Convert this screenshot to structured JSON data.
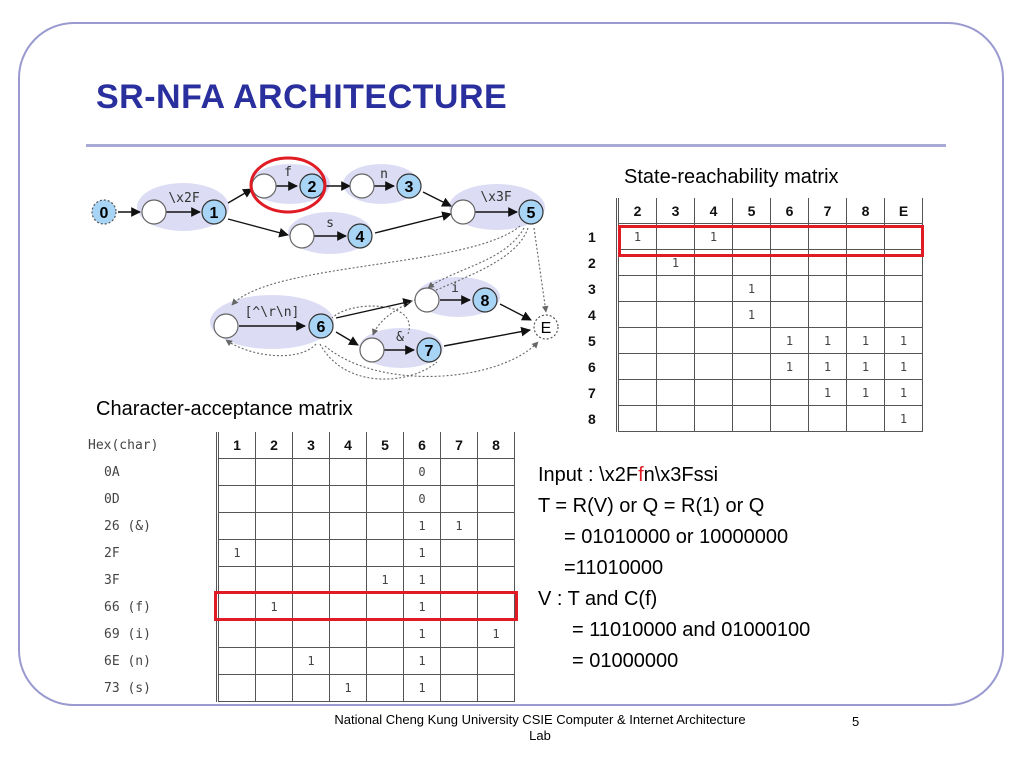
{
  "title": "SR-NFA ARCHITECTURE",
  "nfa": {
    "nodes": [
      {
        "id": "n0",
        "label": "0",
        "dotted": true
      },
      {
        "id": "n1",
        "label": "1",
        "dotted": false
      },
      {
        "id": "n2",
        "label": "2",
        "dotted": false
      },
      {
        "id": "n3",
        "label": "3",
        "dotted": false
      },
      {
        "id": "n4",
        "label": "4",
        "dotted": false
      },
      {
        "id": "n5",
        "label": "5",
        "dotted": false
      },
      {
        "id": "n6",
        "label": "6",
        "dotted": false
      },
      {
        "id": "n7",
        "label": "7",
        "dotted": false
      },
      {
        "id": "n8",
        "label": "8",
        "dotted": false
      },
      {
        "id": "nE",
        "label": "E",
        "dotted": true
      }
    ],
    "edge_labels": [
      "\\x2F",
      "f",
      "n",
      "s",
      "\\x3F",
      "[^\\r\\n]",
      "i",
      "&"
    ]
  },
  "state_matrix": {
    "label": "State-reachability matrix",
    "columns": [
      "2",
      "3",
      "4",
      "5",
      "6",
      "7",
      "8",
      "E"
    ],
    "rows": [
      {
        "label": "1",
        "cells": [
          "1",
          "",
          "1",
          "",
          "",
          "",
          "",
          ""
        ]
      },
      {
        "label": "2",
        "cells": [
          "",
          "1",
          "",
          "",
          "",
          "",
          "",
          ""
        ]
      },
      {
        "label": "3",
        "cells": [
          "",
          "",
          "",
          "1",
          "",
          "",
          "",
          ""
        ]
      },
      {
        "label": "4",
        "cells": [
          "",
          "",
          "",
          "1",
          "",
          "",
          "",
          ""
        ]
      },
      {
        "label": "5",
        "cells": [
          "",
          "",
          "",
          "",
          "1",
          "1",
          "1",
          "1"
        ]
      },
      {
        "label": "6",
        "cells": [
          "",
          "",
          "",
          "",
          "1",
          "1",
          "1",
          "1"
        ]
      },
      {
        "label": "7",
        "cells": [
          "",
          "",
          "",
          "",
          "",
          "1",
          "1",
          "1"
        ]
      },
      {
        "label": "8",
        "cells": [
          "",
          "",
          "",
          "",
          "",
          "",
          "",
          "1"
        ]
      }
    ]
  },
  "char_matrix": {
    "label": "Character-acceptance matrix",
    "corner": "Hex(char)",
    "columns": [
      "1",
      "2",
      "3",
      "4",
      "5",
      "6",
      "7",
      "8"
    ],
    "rows": [
      {
        "label": "0A",
        "cells": [
          "",
          "",
          "",
          "",
          "",
          "0",
          "",
          ""
        ]
      },
      {
        "label": "0D",
        "cells": [
          "",
          "",
          "",
          "",
          "",
          "0",
          "",
          ""
        ]
      },
      {
        "label": "26 (&)",
        "cells": [
          "",
          "",
          "",
          "",
          "",
          "1",
          "1",
          ""
        ]
      },
      {
        "label": "2F",
        "cells": [
          "1",
          "",
          "",
          "",
          "",
          "1",
          "",
          ""
        ]
      },
      {
        "label": "3F",
        "cells": [
          "",
          "",
          "",
          "",
          "1",
          "1",
          "",
          ""
        ]
      },
      {
        "label": "66 (f)",
        "cells": [
          "",
          "1",
          "",
          "",
          "",
          "1",
          "",
          ""
        ]
      },
      {
        "label": "69 (i)",
        "cells": [
          "",
          "",
          "",
          "",
          "",
          "1",
          "",
          "1"
        ]
      },
      {
        "label": "6E (n)",
        "cells": [
          "",
          "",
          "1",
          "",
          "",
          "1",
          "",
          ""
        ]
      },
      {
        "label": "73 (s)",
        "cells": [
          "",
          "",
          "",
          "1",
          "",
          "1",
          "",
          ""
        ]
      }
    ]
  },
  "explanation": {
    "input_prefix": "Input : \\x2F",
    "input_highlight": "f",
    "input_suffix": "n\\x3Fssi",
    "lines": [
      "T  = R(V) or Q = R(1) or Q",
      "= 01010000 or 10000000",
      "=11010000",
      "V : T and C(f)",
      "= 11010000 and 01000100",
      "= 01000000"
    ]
  },
  "colors": {
    "title": "#2a2f9e",
    "highlight": "#e01b24",
    "node_fill": "#a8d4f5",
    "group_fill": "#dcdcf4",
    "frame": "#9a9ad0"
  },
  "footer": "National Cheng Kung University CSIE Computer & Internet Architecture Lab",
  "page_number": "5"
}
